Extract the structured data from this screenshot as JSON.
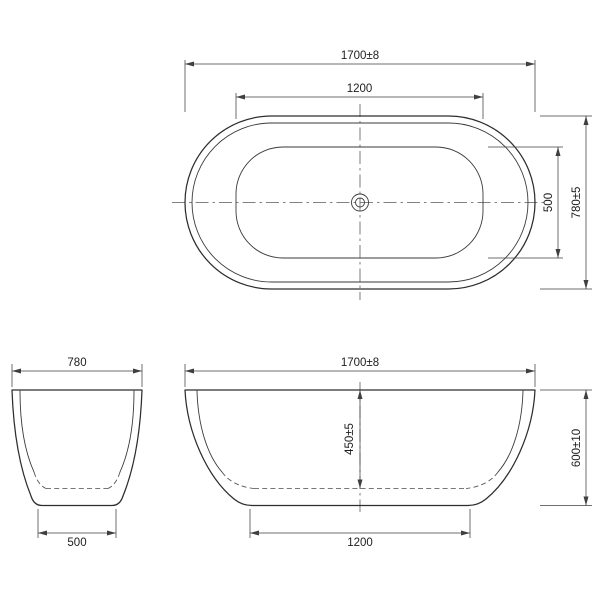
{
  "drawing": {
    "top_view": {
      "length_overall": "1700±8",
      "length_basin": "1200",
      "width_basin": "500",
      "width_overall": "780±5"
    },
    "end_view": {
      "width_top": "780",
      "width_bottom": "500"
    },
    "front_view": {
      "length_overall": "1700±8",
      "depth_basin": "450±5",
      "height_overall": "600±10",
      "length_bottom": "1200"
    }
  }
}
